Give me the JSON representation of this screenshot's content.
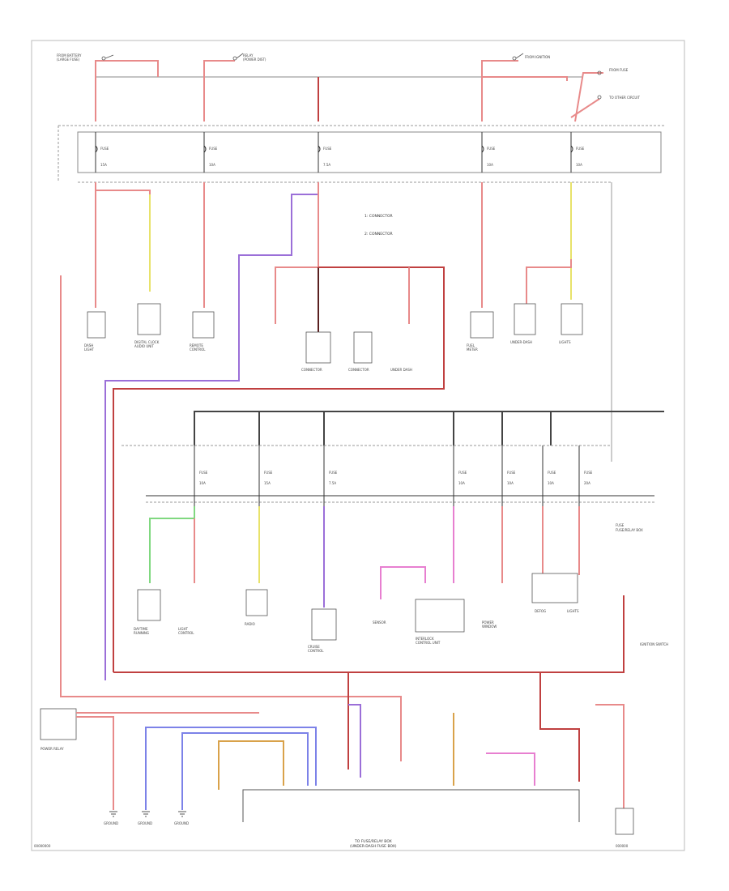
{
  "diagram": {
    "bottom_label": "TO FUSE/RELAY BOX",
    "bottom_sublabel": "(UNDER-DASH FUSE BOX)",
    "legend_1": "1: CONNECTOR",
    "legend_2": "2: CONNECTOR",
    "fuse_box_upper_label": "FUSE",
    "fuse_box_lower_label": "FUSE/RELAY BOX",
    "relay_label": "POWER RELAY",
    "footer_code": "00000000",
    "footer_code_right": "000000",
    "ignition_label": "IGNITION SWITCH",
    "labels": {
      "top_left": "FROM BATTERY",
      "top_mid": "RELAY",
      "top_right": "FROM IGNITION",
      "top_far_right": "FROM FUSE"
    }
  },
  "colors": {
    "red": "#e88a8a",
    "pink": "#e77fd0",
    "violet": "#9b6fd8",
    "blue": "#7c82e8",
    "yellow": "#e8e26a",
    "green": "#80d880",
    "orange": "#d9a24a",
    "dark": "#5a2020",
    "black": "#222222",
    "grey": "#999999"
  }
}
